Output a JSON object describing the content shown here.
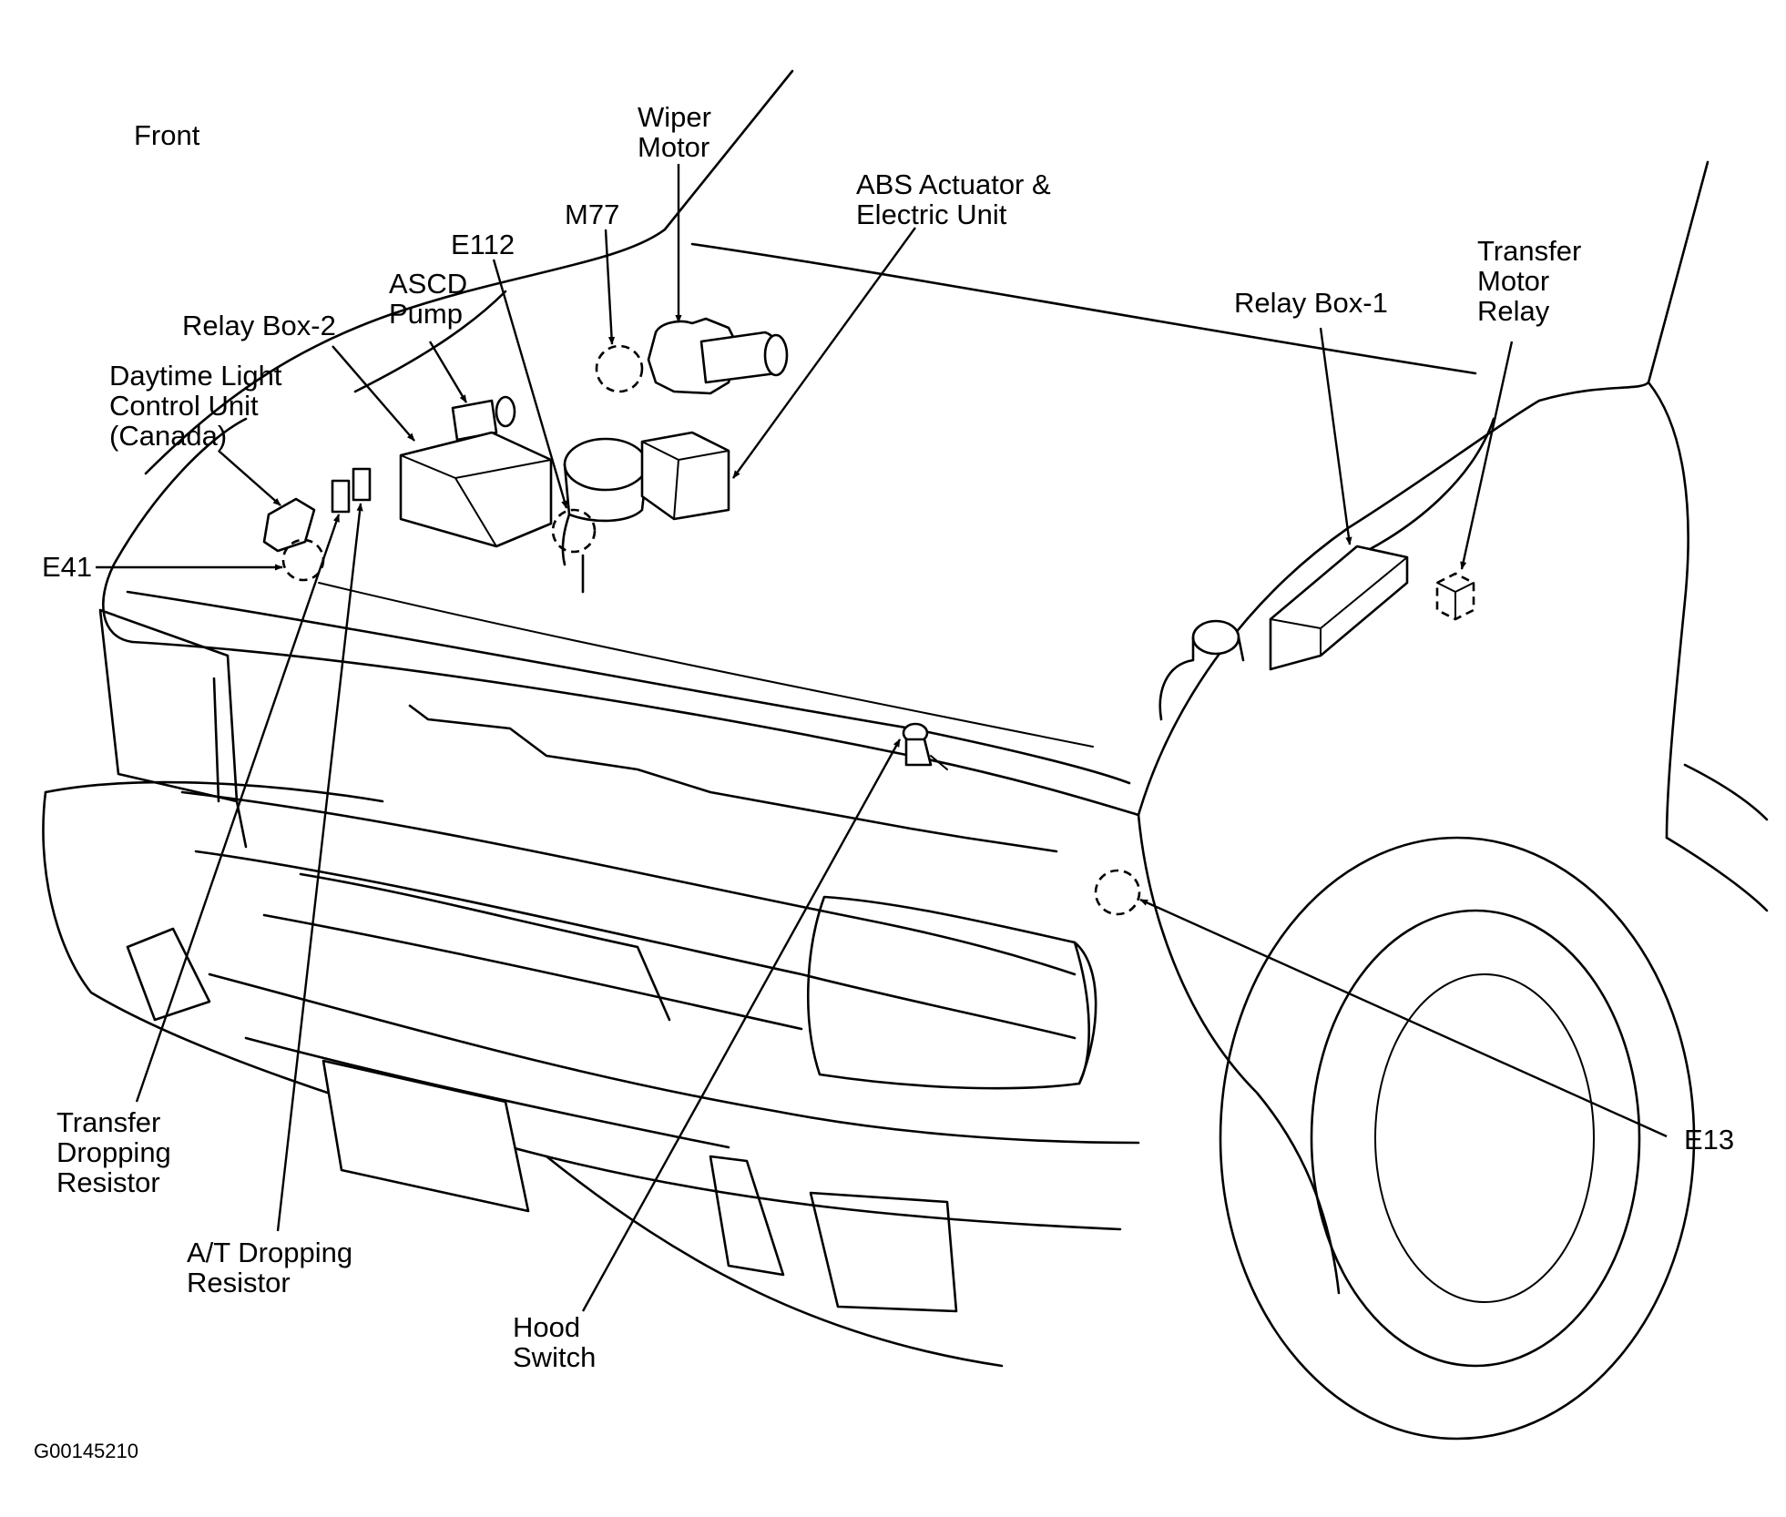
{
  "diagram": {
    "orientation_label": "Front",
    "figure_code": "G00145210",
    "labels": {
      "wiper_motor": [
        "Wiper",
        "Motor"
      ],
      "abs_actuator": [
        "ABS Actuator &",
        "Electric Unit"
      ],
      "m77": "M77",
      "e112": "E112",
      "ascd_pump": [
        "ASCD",
        "Pump"
      ],
      "relay_box_2": "Relay Box-2",
      "daytime_light": [
        "Daytime Light",
        "Control Unit",
        "(Canada)"
      ],
      "e41": "E41",
      "relay_box_1": "Relay Box-1",
      "transfer_motor_relay": [
        "Transfer",
        "Motor",
        "Relay"
      ],
      "e13": "E13",
      "transfer_dropping_resistor": [
        "Transfer",
        "Dropping",
        "Resistor"
      ],
      "at_dropping_resistor": [
        "A/T Dropping",
        "Resistor"
      ],
      "hood_switch": [
        "Hood",
        "Switch"
      ]
    }
  }
}
